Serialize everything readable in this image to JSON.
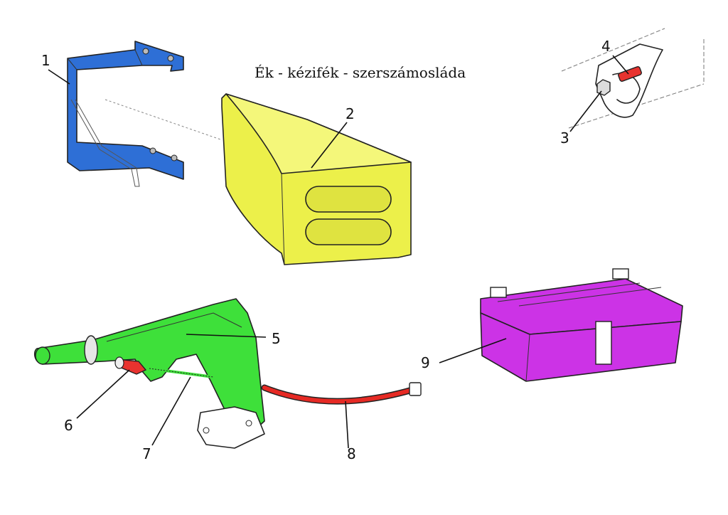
{
  "title": "Ék - kézifék - szerszámosláda",
  "colors": {
    "bracket": "#2e6fd6",
    "wedge": "#ecf04a",
    "bolt_red": "#e8332f",
    "handbrake": "#3ee03a",
    "cable": "#e62a24",
    "toolbox": "#cc33e6"
  },
  "callouts": [
    {
      "number": "1",
      "part": "bracket"
    },
    {
      "number": "2",
      "part": "wheel-chock"
    },
    {
      "number": "3",
      "part": "nut"
    },
    {
      "number": "4",
      "part": "bolt"
    },
    {
      "number": "5",
      "part": "handbrake-lever"
    },
    {
      "number": "6",
      "part": "adjuster"
    },
    {
      "number": "7",
      "part": "pull-rod"
    },
    {
      "number": "8",
      "part": "brake-cable"
    },
    {
      "number": "9",
      "part": "toolbox"
    }
  ]
}
